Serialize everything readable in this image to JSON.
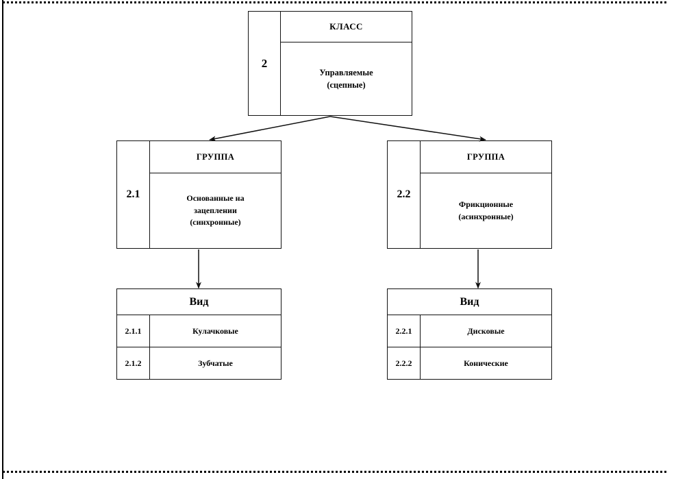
{
  "diagram": {
    "title_note": "",
    "nodes": {
      "class": {
        "code": "2",
        "header": "КЛАСС",
        "line1": "Управляемые",
        "line2": "(сцепные)"
      },
      "group_left": {
        "code": "2.1",
        "header": "ГРУППА",
        "line1": "Основанные на",
        "line2": "зацеплении",
        "line3": "(синхронные)"
      },
      "group_right": {
        "code": "2.2",
        "header": "ГРУППА",
        "line1": "Фрикционные",
        "line2": "(асинхронные)"
      },
      "vid_left": {
        "header": "Вид",
        "rows": [
          {
            "code": "2.1.1",
            "label": "Кулачковые"
          },
          {
            "code": "2.1.2",
            "label": "Зубчатые"
          }
        ]
      },
      "vid_right": {
        "header": "Вид",
        "rows": [
          {
            "code": "2.2.1",
            "label": "Дисковые"
          },
          {
            "code": "2.2.2",
            "label": "Конические"
          }
        ]
      }
    },
    "connectors": [
      {
        "name": "class-to-group-left",
        "from": "class",
        "to": "group_left",
        "style": "arrow"
      },
      {
        "name": "class-to-group-right",
        "from": "class",
        "to": "group_right",
        "style": "arrow"
      },
      {
        "name": "group-left-to-vid-left",
        "from": "group_left",
        "to": "vid_left",
        "style": "arrow"
      },
      {
        "name": "group-right-to-vid-right",
        "from": "group_right",
        "to": "vid_right",
        "style": "arrow"
      }
    ],
    "colors": {
      "line": "#111111",
      "background": "#ffffff",
      "text": "#000000"
    }
  }
}
